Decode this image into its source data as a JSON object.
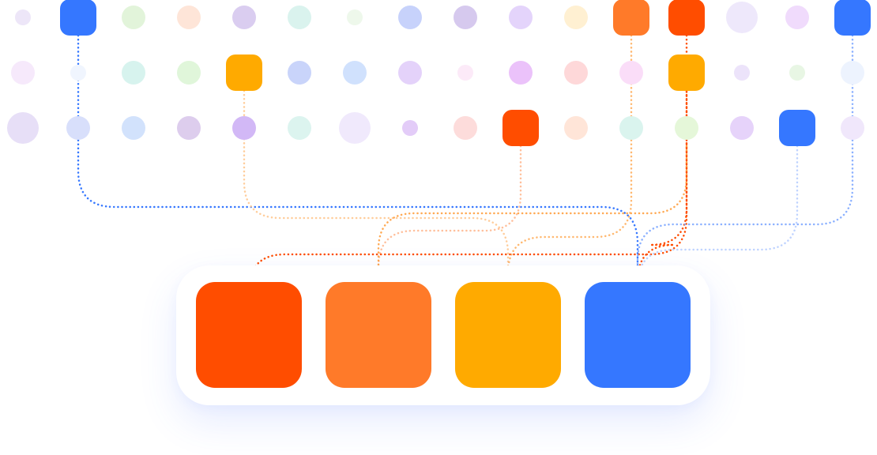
{
  "palette": {
    "red_orange": "#FF4D00",
    "orange": "#FF7A29",
    "amber": "#FFAA00",
    "blue": "#3577FF"
  },
  "swatches": [
    {
      "name": "red-orange",
      "color": "#FF4D00"
    },
    {
      "name": "orange",
      "color": "#FF7A29"
    },
    {
      "name": "amber",
      "color": "#FFAA00"
    },
    {
      "name": "blue",
      "color": "#3577FF"
    }
  ],
  "grid": {
    "rows": [
      [
        {
          "kind": "dot",
          "color": "#EDE6F8",
          "r": 10
        },
        {
          "kind": "tile",
          "color": "#3577FF"
        },
        {
          "kind": "dot",
          "color": "#E2F4DA",
          "r": 15
        },
        {
          "kind": "dot",
          "color": "#FEE5D8",
          "r": 15
        },
        {
          "kind": "dot",
          "color": "#DACDF0",
          "r": 15
        },
        {
          "kind": "dot",
          "color": "#DAF3EE",
          "r": 15
        },
        {
          "kind": "dot",
          "color": "#EEF8EB",
          "r": 10
        },
        {
          "kind": "dot",
          "color": "#C7D2FB",
          "r": 15
        },
        {
          "kind": "dot",
          "color": "#D6C9EE",
          "r": 15
        },
        {
          "kind": "dot",
          "color": "#E4D4FB",
          "r": 15
        },
        {
          "kind": "dot",
          "color": "#FFF0D2",
          "r": 15
        },
        {
          "kind": "tile",
          "color": "#FF7A29"
        },
        {
          "kind": "tile",
          "color": "#FF4D00"
        },
        {
          "kind": "dot",
          "color": "#EEE8FB",
          "r": 20
        },
        {
          "kind": "dot",
          "color": "#F0DBFC",
          "r": 15
        },
        {
          "kind": "tile",
          "color": "#3577FF"
        }
      ],
      [
        {
          "kind": "dot",
          "color": "#F6E9FB",
          "r": 15
        },
        {
          "kind": "dot",
          "color": "#F0F5FE",
          "r": 10
        },
        {
          "kind": "dot",
          "color": "#D7F3EE",
          "r": 15
        },
        {
          "kind": "dot",
          "color": "#E0F6DA",
          "r": 15
        },
        {
          "kind": "tile",
          "color": "#FFAA00"
        },
        {
          "kind": "dot",
          "color": "#C9D4FA",
          "r": 15
        },
        {
          "kind": "dot",
          "color": "#D0E1FD",
          "r": 15
        },
        {
          "kind": "dot",
          "color": "#E4D2FA",
          "r": 15
        },
        {
          "kind": "dot",
          "color": "#FCEAF8",
          "r": 10
        },
        {
          "kind": "dot",
          "color": "#EBC2FA",
          "r": 15
        },
        {
          "kind": "dot",
          "color": "#FED8D9",
          "r": 15
        },
        {
          "kind": "dot",
          "color": "#FADDF8",
          "r": 15
        },
        {
          "kind": "tile",
          "color": "#FFAA00"
        },
        {
          "kind": "dot",
          "color": "#ECE3FA",
          "r": 10
        },
        {
          "kind": "dot",
          "color": "#E8F6E4",
          "r": 10
        },
        {
          "kind": "dot",
          "color": "#EDF3FE",
          "r": 15
        }
      ],
      [
        {
          "kind": "dot",
          "color": "#E7DFF7",
          "r": 20
        },
        {
          "kind": "dot",
          "color": "#D8DFFB",
          "r": 15
        },
        {
          "kind": "dot",
          "color": "#D2E2FC",
          "r": 15
        },
        {
          "kind": "dot",
          "color": "#DDCDED",
          "r": 15
        },
        {
          "kind": "dot",
          "color": "#D2B8F6",
          "r": 15
        },
        {
          "kind": "dot",
          "color": "#DCF4EF",
          "r": 15
        },
        {
          "kind": "dot",
          "color": "#F0E9FC",
          "r": 20
        },
        {
          "kind": "dot",
          "color": "#E3CCF8",
          "r": 10
        },
        {
          "kind": "dot",
          "color": "#FDDCDB",
          "r": 15
        },
        {
          "kind": "tile",
          "color": "#FF4D00"
        },
        {
          "kind": "dot",
          "color": "#FFE5D8",
          "r": 15
        },
        {
          "kind": "dot",
          "color": "#DAF4EE",
          "r": 15
        },
        {
          "kind": "dot",
          "color": "#E5F7D9",
          "r": 15
        },
        {
          "kind": "dot",
          "color": "#E6D3FA",
          "r": 15
        },
        {
          "kind": "tile",
          "color": "#3577FF"
        },
        {
          "kind": "dot",
          "color": "#F0E7FB",
          "r": 15
        }
      ]
    ]
  },
  "connections": [
    {
      "from": [
        0,
        1
      ],
      "to": 3,
      "color": "#3577FF",
      "opacity": 1.0
    },
    {
      "from": [
        1,
        4
      ],
      "to": 2,
      "color": "#FFC890",
      "opacity": 0.9
    },
    {
      "from": [
        2,
        9
      ],
      "to": 1,
      "color": "#FFB890",
      "opacity": 0.9
    },
    {
      "from": [
        0,
        11
      ],
      "to": 2,
      "color": "#FFB060",
      "opacity": 0.9
    },
    {
      "from": [
        0,
        12
      ],
      "to": 3,
      "color": "#FF4D00",
      "opacity": 1.0
    },
    {
      "from": [
        1,
        12
      ],
      "to": 0,
      "color": "#FF4D00",
      "opacity": 1.0
    },
    {
      "from": [
        2,
        12
      ],
      "to": 1,
      "color": "#FFA040",
      "opacity": 0.9
    },
    {
      "from": [
        0,
        15
      ],
      "to": 3,
      "color": "#7FA8FF",
      "opacity": 0.9
    },
    {
      "from": [
        2,
        14
      ],
      "to": 3,
      "color": "#B8CEFF",
      "opacity": 0.9
    }
  ]
}
